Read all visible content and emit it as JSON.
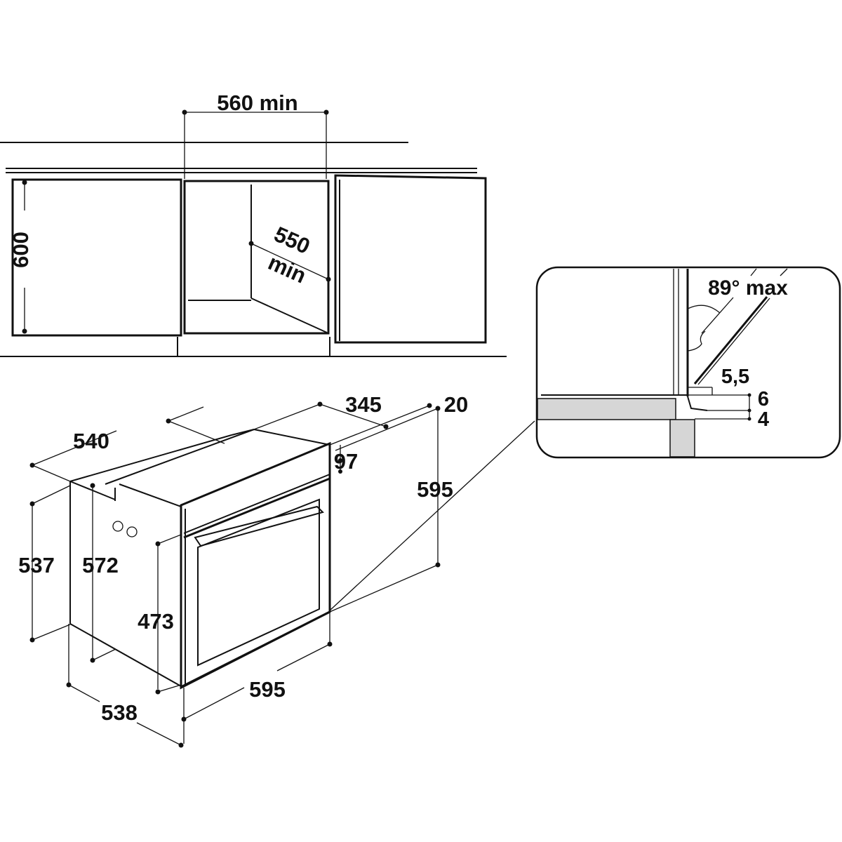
{
  "cabinet": {
    "width_label": "560 min",
    "height_label": "600",
    "depth_label_value": "550",
    "depth_label_suffix": "min"
  },
  "oven": {
    "depth_top": "540",
    "top_recess": "345",
    "top_offset": "20",
    "panel_height": "97",
    "overall_height": "595",
    "body_height": "537",
    "body_depth_height": "572",
    "door_height": "473",
    "overall_width": "595",
    "body_depth": "538"
  },
  "detail": {
    "angle_label": "89° max",
    "gap_label": "5,5",
    "dim_6": "6",
    "dim_4": "4"
  },
  "colors": {
    "line": "#111111",
    "fill_gray": "#d6d6d6"
  }
}
